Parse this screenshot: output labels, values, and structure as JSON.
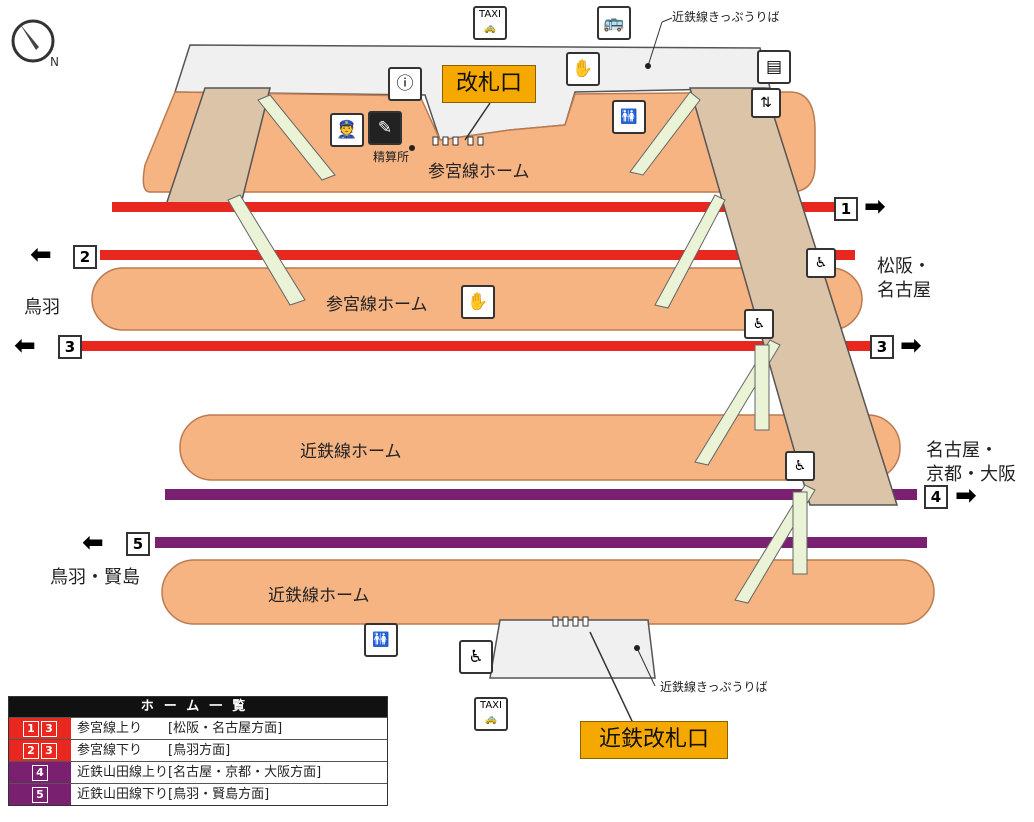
{
  "colors": {
    "platform": "#f7b483",
    "concourse": "#f0f0f0",
    "bridge": "#dcc4a8",
    "rail_sangu": "#e8281e",
    "rail_kintetsu": "#7a2070",
    "stairs": "#eaf3d6",
    "gate_box": "#f5a800"
  },
  "labels": {
    "jr_gate": "改札口",
    "kintetsu_gate": "近鉄改札口",
    "ticket_top": "近鉄線きっぷうりば",
    "ticket_bottom": "近鉄線きっぷうりば",
    "fare_adjust": "精算所",
    "plat_sangu_1": "参宮線ホーム",
    "plat_sangu_2": "参宮線ホーム",
    "plat_kintetsu_1": "近鉄線ホーム",
    "plat_kintetsu_2": "近鉄線ホーム",
    "dest_toba": "鳥羽",
    "dest_matsusaka": "松阪・",
    "dest_matsusaka2": "名古屋",
    "dest_nagoya": "名古屋・",
    "dest_nagoya2": "京都・大阪",
    "dest_toba_kashiko": "鳥羽・賢島"
  },
  "tracks": [
    {
      "num": "1",
      "direction": "right"
    },
    {
      "num": "2",
      "direction": "left"
    },
    {
      "num": "3",
      "direction": "both"
    },
    {
      "num": "4",
      "direction": "right"
    },
    {
      "num": "5",
      "direction": "left"
    }
  ],
  "icons": {
    "taxi": "TAXI",
    "bus": "bus-icon",
    "coin_locker": "locker-icon",
    "staff": "staff-icon",
    "restroom": "restroom-icon",
    "elevator": "elevator-icon",
    "wheelchair": "wheelchair-icon"
  },
  "legend": {
    "title": "ホーム一覧",
    "rows": [
      {
        "nums": [
          "1",
          "3"
        ],
        "color": "#e8281e",
        "text": "参宮線上り　　[松阪・名古屋方面]"
      },
      {
        "nums": [
          "2",
          "3"
        ],
        "color": "#e8281e",
        "text": "参宮線下り　　[鳥羽方面]"
      },
      {
        "nums": [
          "4"
        ],
        "color": "#7a2070",
        "text": "近鉄山田線上り[名古屋・京都・大阪方面]"
      },
      {
        "nums": [
          "5"
        ],
        "color": "#7a2070",
        "text": "近鉄山田線下り[鳥羽・賢島方面]"
      }
    ]
  }
}
